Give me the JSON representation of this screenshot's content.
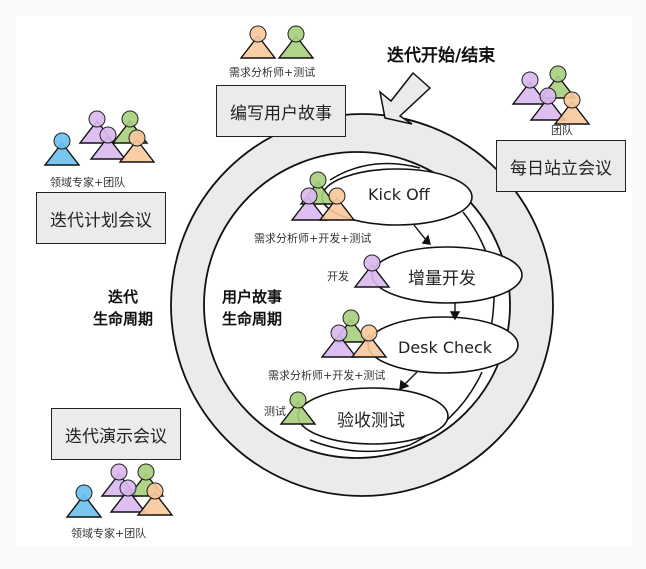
{
  "diagram": {
    "title_arrow_label": "迭代开始/结束",
    "outer_cycle_label": [
      "迭代",
      "生命周期"
    ],
    "inner_cycle_label": [
      "用户故事",
      "生命周期"
    ],
    "activities": {
      "write_story": {
        "label": "编写用户故事",
        "roles": "需求分析师+测试"
      },
      "standup": {
        "label": "每日站立会议",
        "roles": "团队"
      },
      "planning": {
        "label": "迭代计划会议",
        "roles": "领域专家+团队"
      },
      "showcase": {
        "label": "迭代演示会议",
        "roles": "领域专家+团队"
      }
    },
    "story_steps": [
      {
        "label": "Kick Off",
        "roles": "需求分析师+开发+测试"
      },
      {
        "label": "增量开发",
        "roles": "开发"
      },
      {
        "label": "Desk Check",
        "roles": "需求分析师+开发+测试"
      },
      {
        "label": "验收测试",
        "roles": "测试"
      }
    ],
    "role_colors": {
      "analyst": "#d9b8ef",
      "tester": "#a8cf7e",
      "developer": "#f8c89c",
      "domain_expert": "#6cc0ef"
    },
    "ring_color": "#ebebeb"
  }
}
